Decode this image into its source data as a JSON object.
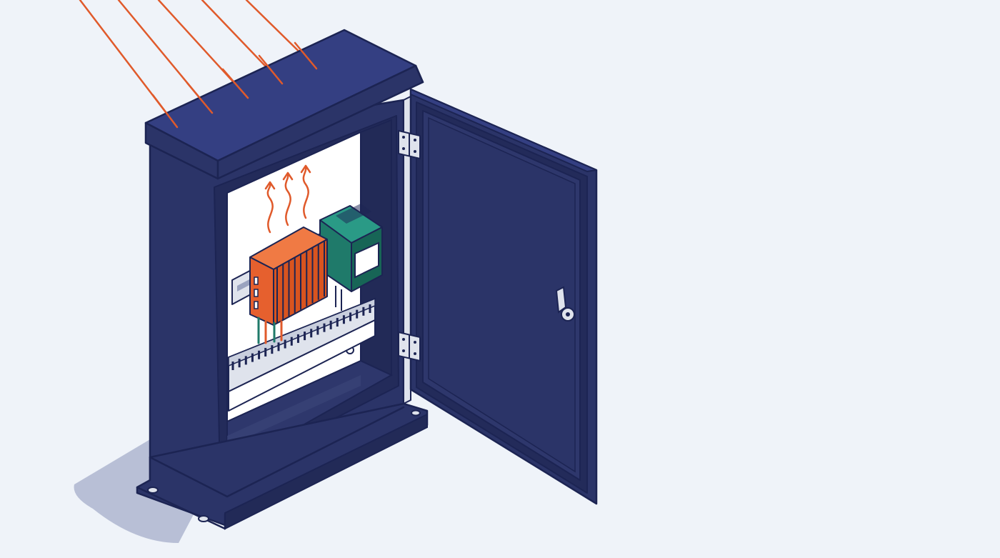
{
  "scene": {
    "subject": "outdoor-electrical-enclosure",
    "door_state": "open",
    "components": [
      "din-rail",
      "finned-heatsink-device",
      "din-power-supply",
      "cable-duct",
      "door-latch",
      "hinges"
    ],
    "colors": {
      "background": "#eff3f9",
      "enclosure": "#2b3468",
      "enclosure_dark": "#222a57",
      "roof": "#343f82",
      "outline": "#1c2453",
      "interior": "#ffffff",
      "sun_rays": "#e05a2b",
      "heat_arrows": "#e05a2b",
      "heatsink_device": "#e6602e",
      "power_supply": "#1f7a6a",
      "rail_metal": "#dfe3ec",
      "shadow": "#b8bfd6"
    },
    "sun_ray_count": 5,
    "heat_wave_count": 3
  }
}
